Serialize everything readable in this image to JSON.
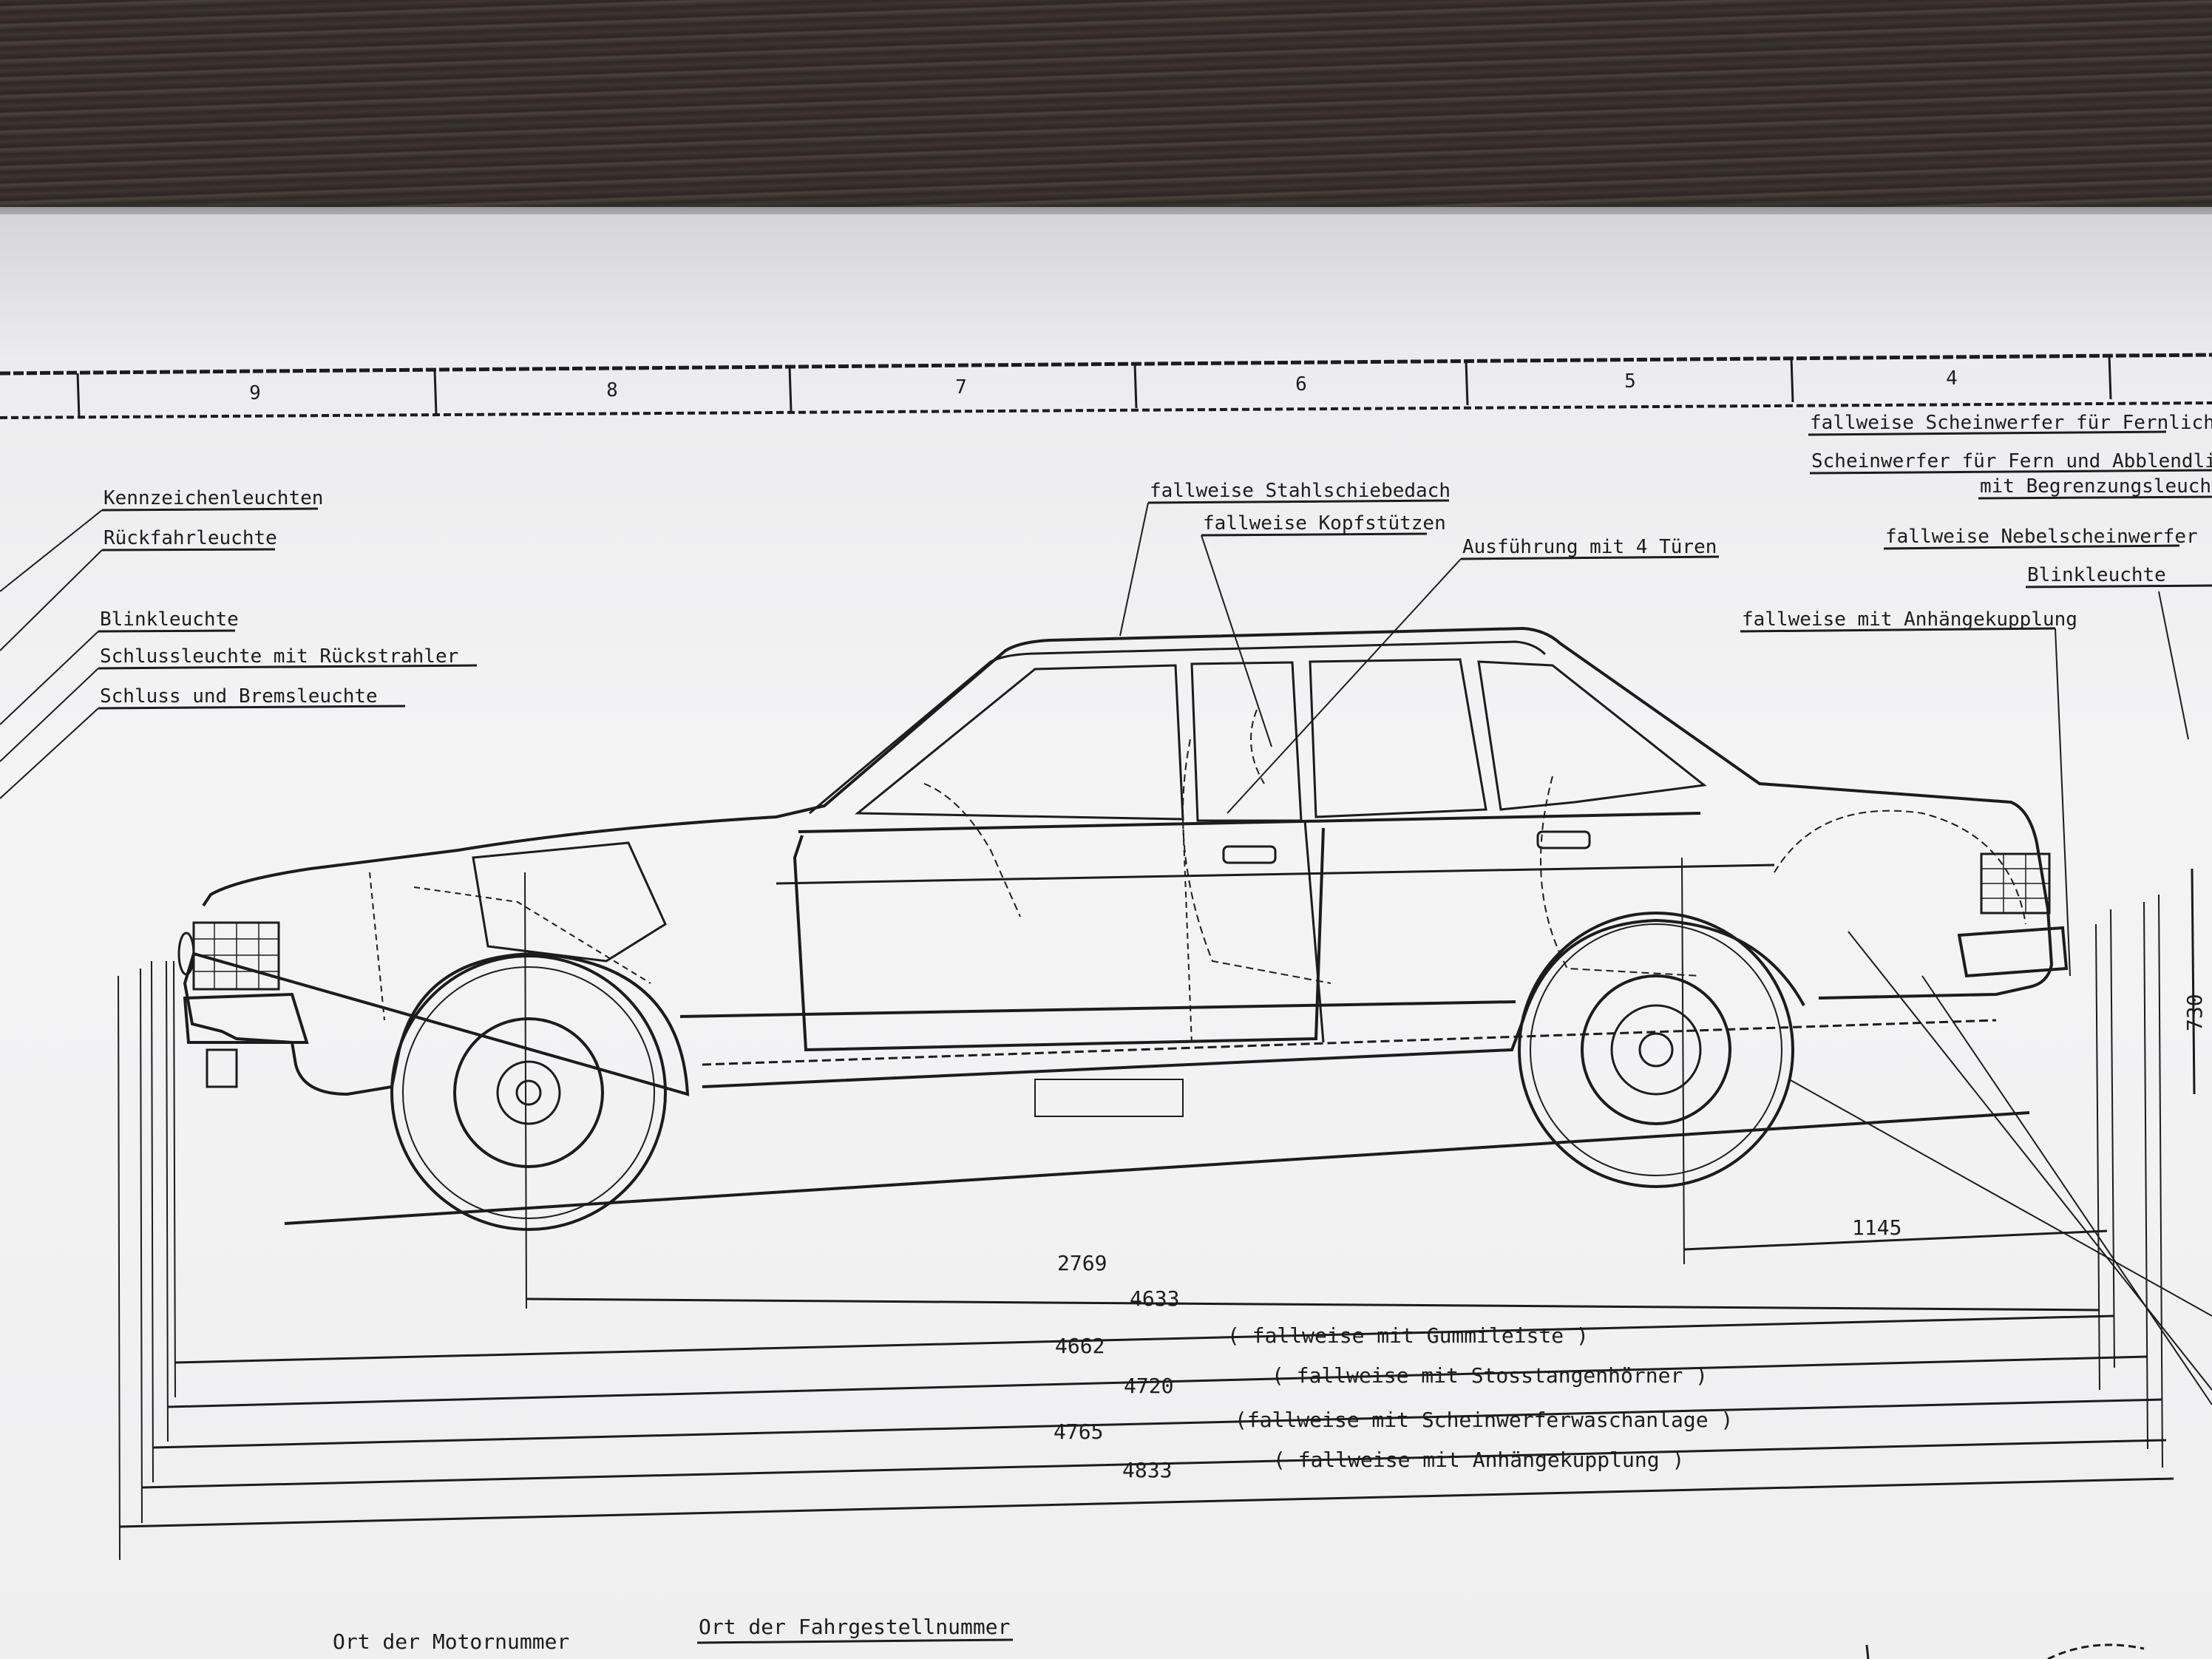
{
  "grid_numbers": [
    "9",
    "8",
    "7",
    "6",
    "5",
    "4"
  ],
  "labels": {
    "kennzeichen": "Kennzeichenleuchten",
    "rueckfahr": "Rückfahrleuchte",
    "blink_rear": "Blinkleuchte",
    "schluss_rueck": "Schlussleuchte  mit  Rückstrahler",
    "schluss_brems": "Schluss  und  Bremsleuchte",
    "schiebedach": "fallweise  Stahlschiebedach",
    "kopfstuetzen": "fallweise  Kopfstützen",
    "tueren": "Ausführung mit 4 Türen",
    "fernlicht": "fallweise Scheinwerfer für Fernlicht",
    "fern_abblend": "Scheinwerfer für Fern und Abblendlicht",
    "begrenzung": "mit Begrenzungsleuchten",
    "nebel": "fallweise  Nebelscheinwerfer",
    "blink_front": "Blinkleuchte",
    "anhaenge": "fallweise mit Anhängekupplung",
    "motornummer": "Ort  der  Motornummer",
    "fahrgestell": "Ort der Fahrgestellnummer"
  },
  "dimensions": {
    "wheelbase": "2769",
    "front_overhang": "1145",
    "height_rear": "730",
    "l1": "4633",
    "l2": "4662",
    "l2_note": "( fallweise  mit   Gummileiste )",
    "l3": "4720",
    "l3_note": "( fallweise  mit  Stosstangenhörner )",
    "l4": "4765",
    "l4_note": "(fallweise  mit  Scheinwerferwaschanlage )",
    "l5": "4833",
    "l5_note": "( fallweise    mit   Anhängekupplung )"
  }
}
